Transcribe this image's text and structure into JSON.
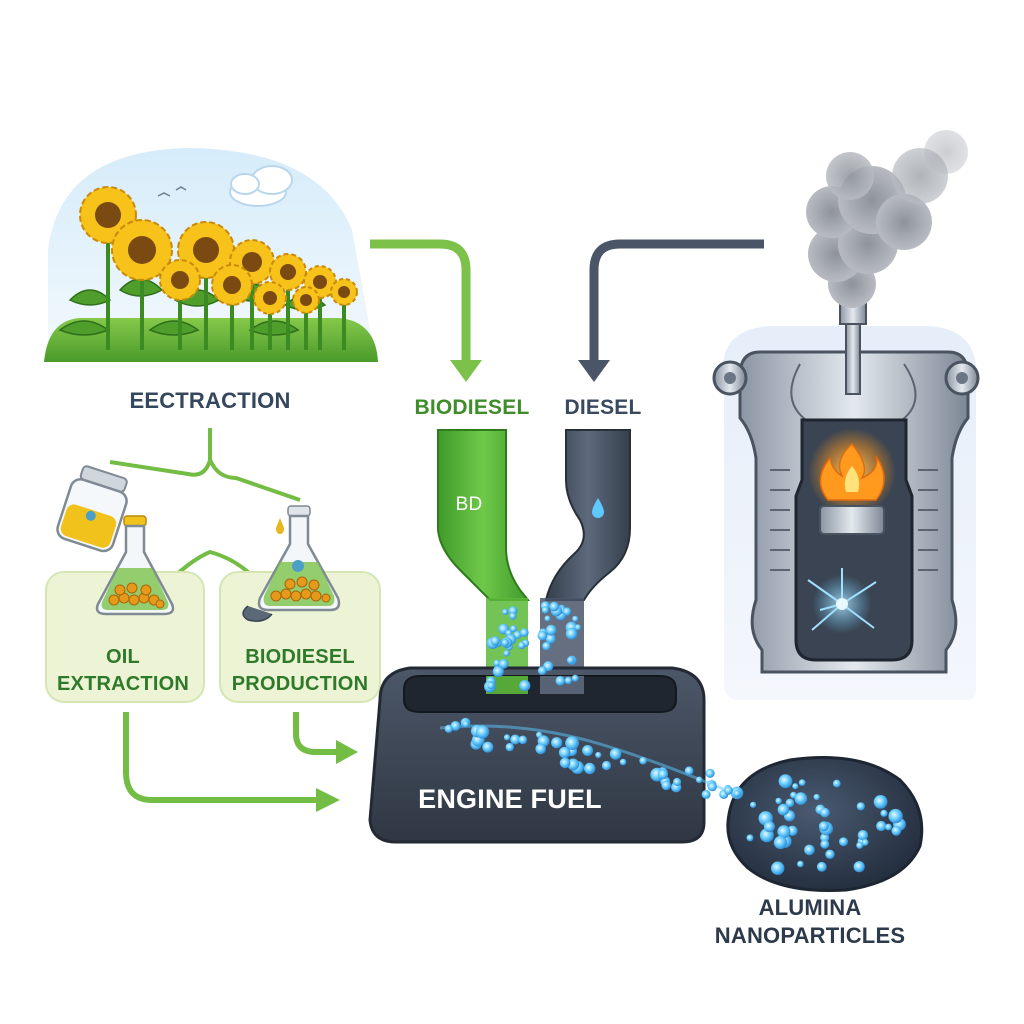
{
  "labels": {
    "extraction_top": "EECTRACTION",
    "biodiesel": "BIODIESEL",
    "diesel": "DIESEL",
    "bd_badge": "BD",
    "oil_extraction_line1": "OIL",
    "oil_extraction_line2": "EXTRACTION",
    "biodiesel_production_line1": "BIODIESEL",
    "biodiesel_production_line2": "PRODUCTION",
    "engine_fuel": "ENGINE FUEL",
    "alumina_line1": "ALUMINA",
    "alumina_line2": "NANOPARTICLES"
  },
  "colors": {
    "biodiesel_green": "#5cb83a",
    "diesel_gray": "#4a5668",
    "nanoparticle_blue": "#5ec8ff",
    "tank_dark": "#3d4757",
    "panel_green": "#edf4d6",
    "flame_orange": "#ff9a1f"
  },
  "icons": [
    "sunflower-field",
    "jar-icon",
    "flask-icon",
    "engine-cylinder-icon",
    "flame-icon",
    "smoke-icon",
    "fuel-tank",
    "nanoparticle-cluster"
  ]
}
